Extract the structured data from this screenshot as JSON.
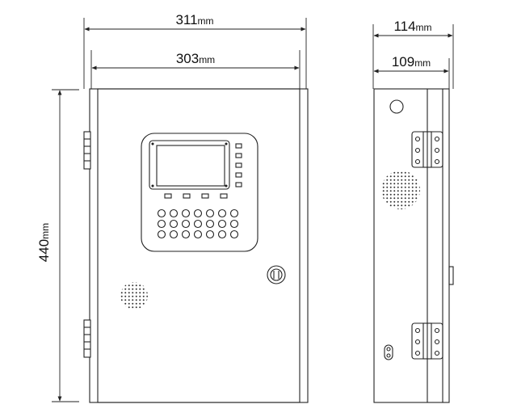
{
  "dimensions": {
    "front_outer_width": {
      "value": "311",
      "unit": "mm"
    },
    "front_inner_width": {
      "value": "303",
      "unit": "mm"
    },
    "height": {
      "value": "440",
      "unit": "mm"
    },
    "side_outer_depth": {
      "value": "114",
      "unit": "mm"
    },
    "side_inner_depth": {
      "value": "109",
      "unit": "mm"
    }
  },
  "front_view": {
    "status_led_count": 5,
    "function_key_count": 4,
    "keypad_rows": 3,
    "keypad_columns": 7
  },
  "colors": {
    "line": "#222222",
    "background": "#ffffff"
  }
}
